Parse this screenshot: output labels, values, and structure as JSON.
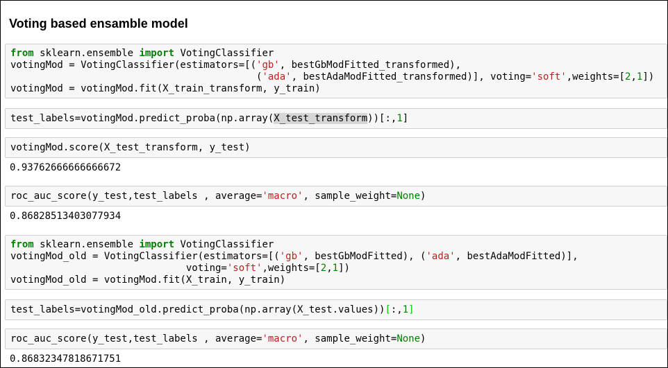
{
  "heading": "Voting based ensamble model",
  "cells": [
    {
      "lines": [
        [
          {
            "t": "from",
            "c": "kw"
          },
          {
            "t": " sklearn.ensemble "
          },
          {
            "t": "import",
            "c": "kw"
          },
          {
            "t": " VotingClassifier"
          }
        ],
        [
          {
            "t": "votingMod = VotingClassifier(estimators=[("
          },
          {
            "t": "'gb'",
            "c": "str"
          },
          {
            "t": ", bestGbModFitted_transformed),"
          }
        ],
        [
          {
            "t": "                                          ("
          },
          {
            "t": "'ada'",
            "c": "str"
          },
          {
            "t": ", bestAdaModFitted_transformed)], voting="
          },
          {
            "t": "'soft'",
            "c": "str"
          },
          {
            "t": ",weights=["
          },
          {
            "t": "2",
            "c": "num"
          },
          {
            "t": ","
          },
          {
            "t": "1",
            "c": "num"
          },
          {
            "t": "])"
          }
        ],
        [
          {
            "t": "votingMod = votingMod.fit(X_train_transform, y_train)"
          }
        ]
      ],
      "output": null
    },
    {
      "lines": [
        [
          {
            "t": "test_labels=votingMod.predict_proba(np.array("
          },
          {
            "t": "X_test_transform",
            "c": "hl"
          },
          {
            "t": "))[:,"
          },
          {
            "t": "1",
            "c": "num"
          },
          {
            "t": "]"
          }
        ]
      ],
      "output": null
    },
    {
      "lines": [
        [
          {
            "t": "votingMod.score(X_test_transform, y_test)"
          }
        ]
      ],
      "output": "0.93762666666666672"
    },
    {
      "lines": [
        [
          {
            "t": "roc_auc_score(y_test,test_labels , average="
          },
          {
            "t": "'macro'",
            "c": "str"
          },
          {
            "t": ", sample_weight="
          },
          {
            "t": "None",
            "c": "const"
          },
          {
            "t": ")"
          }
        ]
      ],
      "output": "0.86828513403077934"
    },
    {
      "lines": [
        [
          {
            "t": "from",
            "c": "kw"
          },
          {
            "t": " sklearn.ensemble "
          },
          {
            "t": "import",
            "c": "kw"
          },
          {
            "t": " VotingClassifier"
          }
        ],
        [
          {
            "t": "votingMod_old = VotingClassifier(estimators=[("
          },
          {
            "t": "'gb'",
            "c": "str"
          },
          {
            "t": ", bestGbModFitted), ("
          },
          {
            "t": "'ada'",
            "c": "str"
          },
          {
            "t": ", bestAdaModFitted)],"
          }
        ],
        [
          {
            "t": "                              voting="
          },
          {
            "t": "'soft'",
            "c": "str"
          },
          {
            "t": ",weights=["
          },
          {
            "t": "2",
            "c": "num"
          },
          {
            "t": ","
          },
          {
            "t": "1",
            "c": "num"
          },
          {
            "t": "])"
          }
        ],
        [
          {
            "t": "votingMod_old = votingMod.fit(X_train, y_train)"
          }
        ]
      ],
      "output": null
    },
    {
      "lines": [
        [
          {
            "t": "test_labels=votingMod_old.predict_proba(np.array(X_test.values))"
          },
          {
            "t": "[",
            "c": "bracket-match"
          },
          {
            "t": ":,"
          },
          {
            "t": "1",
            "c": "num"
          },
          {
            "t": "]",
            "c": "bracket-match"
          }
        ]
      ],
      "output": null
    },
    {
      "lines": [
        [
          {
            "t": "roc_auc_score(y_test,test_labels , average="
          },
          {
            "t": "'macro'",
            "c": "str"
          },
          {
            "t": ", sample_weight="
          },
          {
            "t": "None",
            "c": "const"
          },
          {
            "t": ")"
          }
        ]
      ],
      "output": "0.86832347818671751"
    }
  ]
}
